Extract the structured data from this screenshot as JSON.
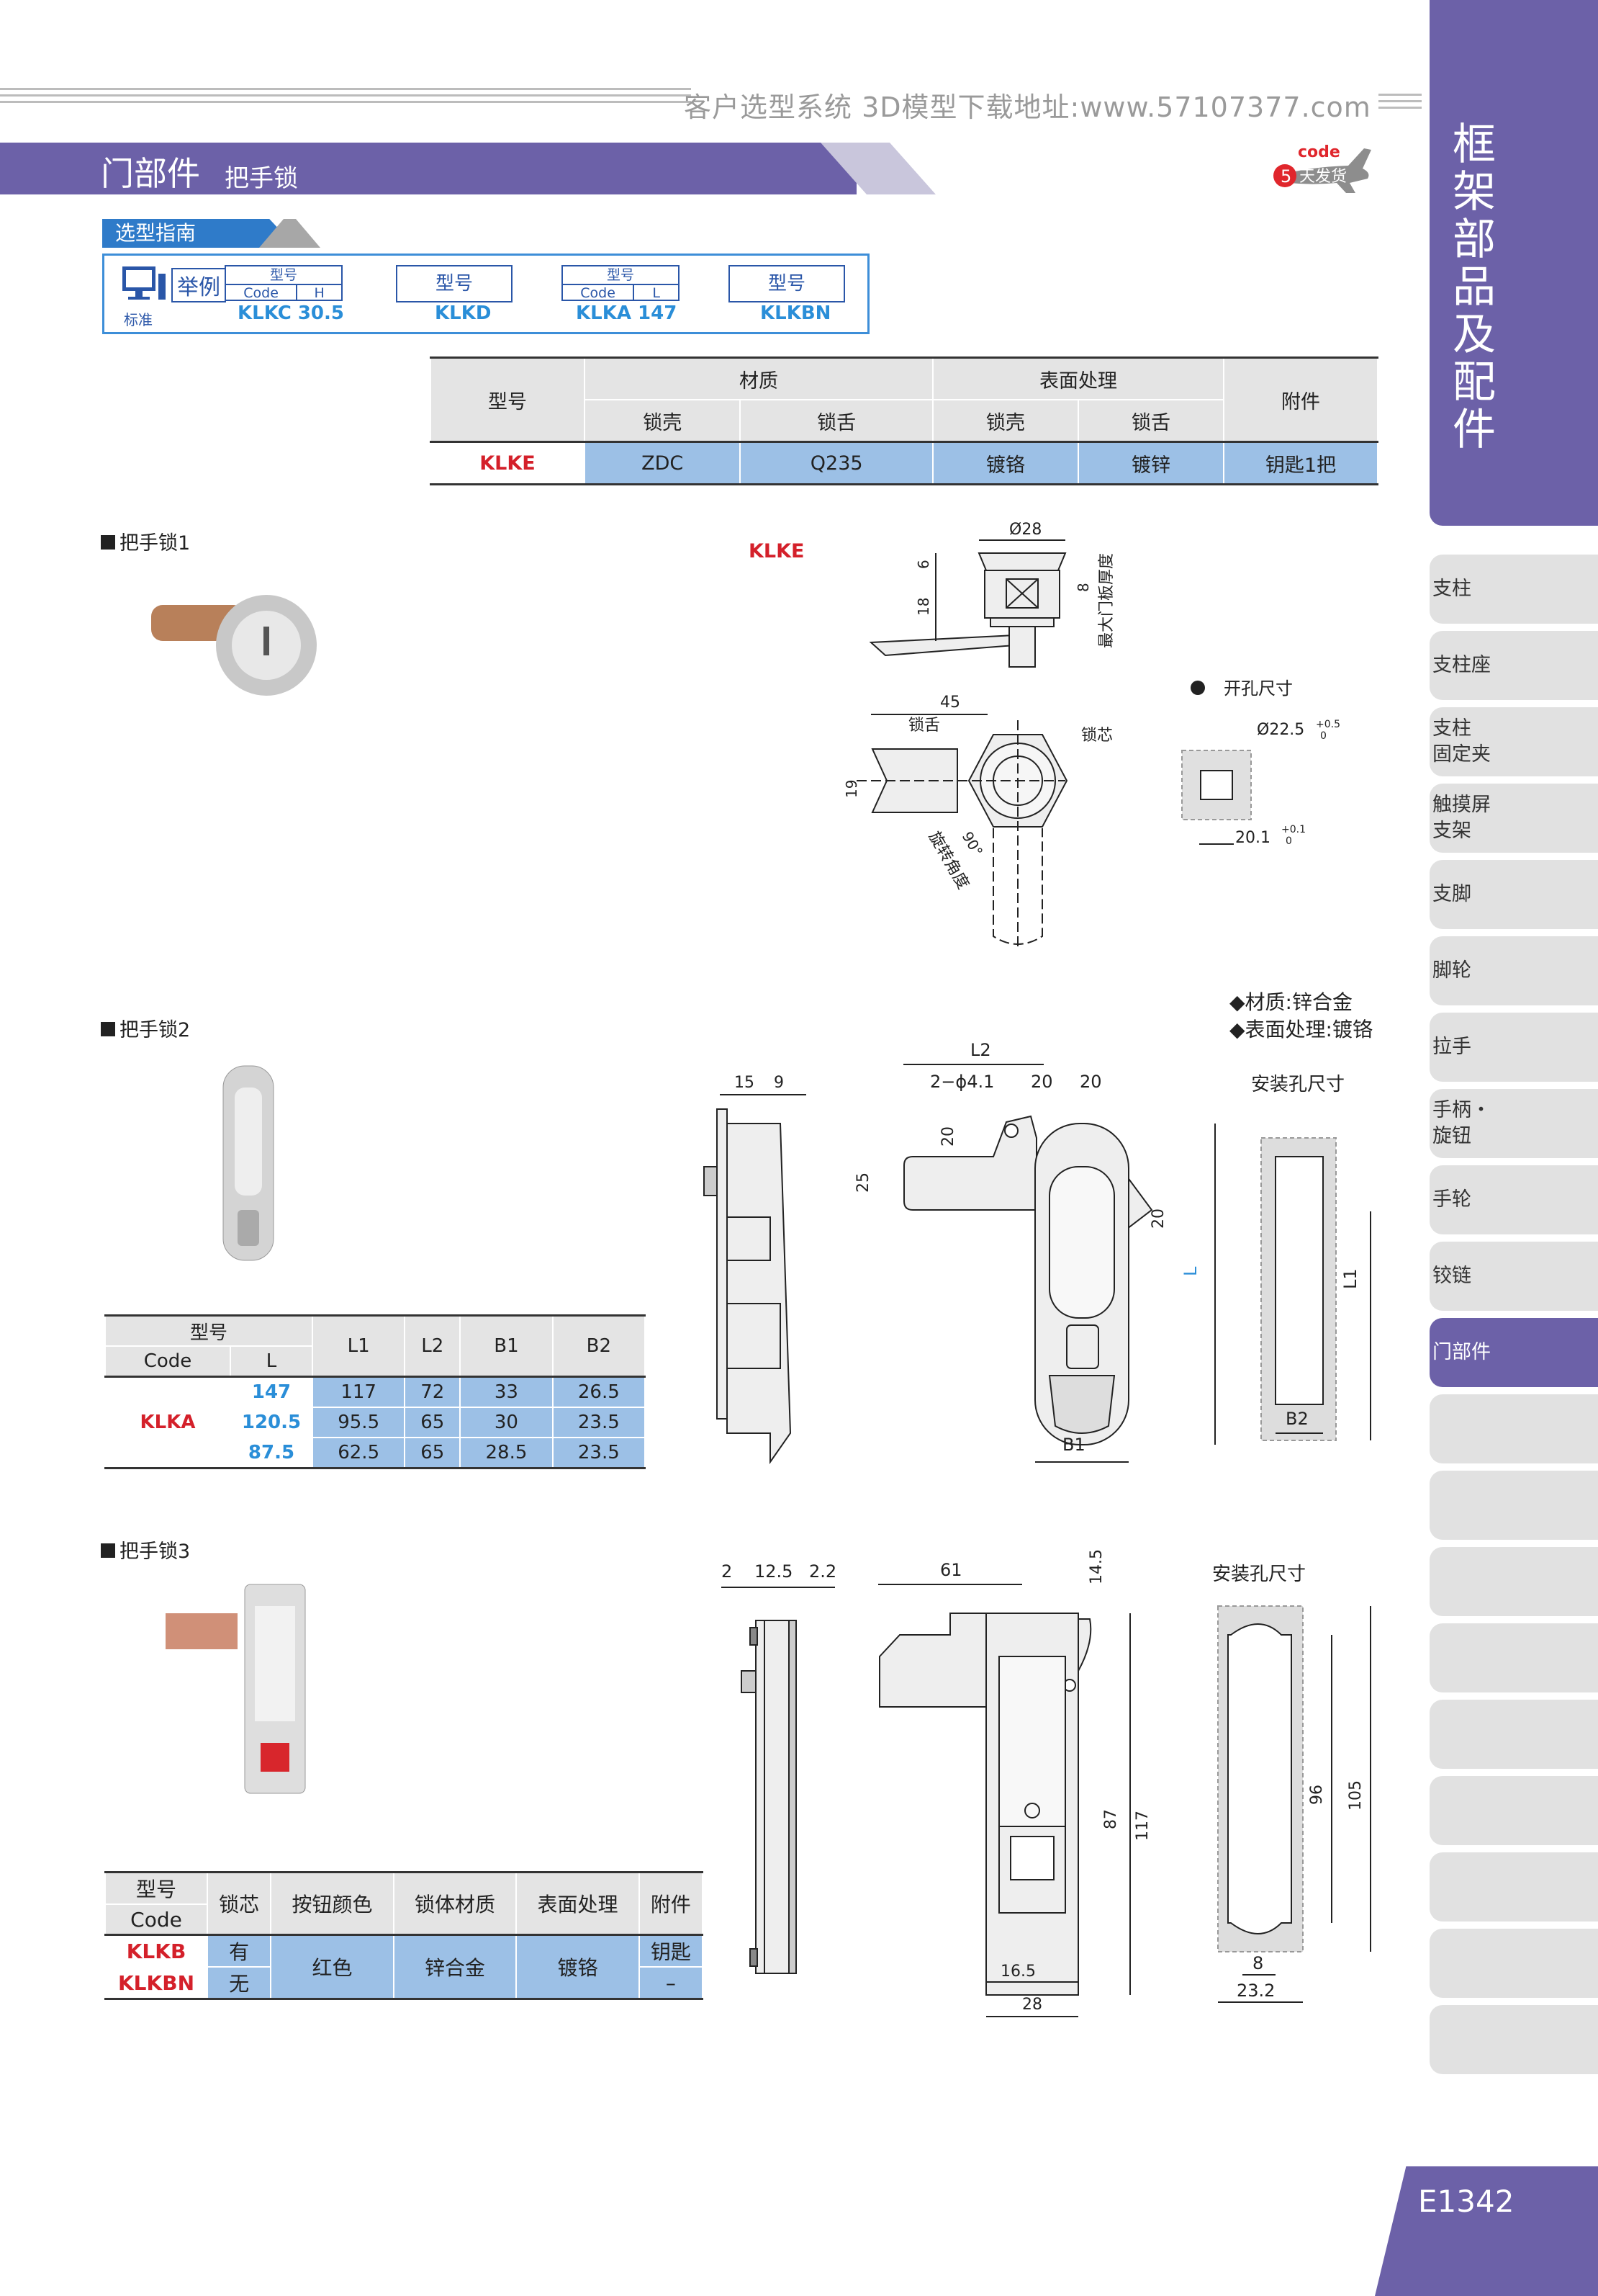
{
  "header": {
    "url_text": "客户选型系统 3D模型下载地址:www.57107377.com"
  },
  "title": {
    "main": "门部件",
    "sub": "把手锁",
    "badge_code": "code",
    "badge_days": "5",
    "badge_text": "天发货"
  },
  "guide": {
    "tab": "选型指南",
    "example": "举例",
    "standard": "标准",
    "examples": [
      {
        "head": "型号",
        "col1": "Code",
        "col2": "H",
        "value": "KLKC  30.5"
      },
      {
        "head": "型号",
        "value": "KLKD"
      },
      {
        "head": "型号",
        "col1": "Code",
        "col2": "L",
        "value": "KLKA  147"
      },
      {
        "head": "型号",
        "value": "KLKBN"
      }
    ]
  },
  "spec_table": {
    "h_model": "型号",
    "h_material": "材质",
    "h_surface": "表面处理",
    "h_attach": "附件",
    "h_shell": "锁壳",
    "h_tongue": "锁舌",
    "h_shell2": "锁壳",
    "h_tongue2": "锁舌",
    "row": {
      "model": "KLKE",
      "shell_mat": "ZDC",
      "tongue_mat": "Q235",
      "shell_surf": "镀铬",
      "tongue_surf": "镀锌",
      "attach": "钥匙1把"
    }
  },
  "section1": {
    "title": "把手锁1",
    "model_label": "KLKE",
    "dims": {
      "d28": "Ø28",
      "d6": "6",
      "d18": "18",
      "d8": "8",
      "max_door": "最大门板厚度",
      "d45": "45",
      "tongue": "锁舌",
      "core": "锁芯",
      "d19": "19",
      "angle": "90°",
      "rot_angle": "旋转角度",
      "hole_title": "开孔尺寸",
      "d22": "Ø22.5",
      "d22_tol_up": "+0.5",
      "d22_tol_low": "0",
      "d20": "20.1",
      "d20_tol_up": "+0.1",
      "d20_tol_low": "0"
    }
  },
  "section2": {
    "title": "把手锁2",
    "material_note": "◆材质:锌合金",
    "surface_note": "◆表面处理:镀铬",
    "hole_title": "安装孔尺寸",
    "dims": {
      "d15": "15",
      "d9": "9",
      "L2": "L2",
      "hole": "2−ϕ4.1",
      "d20a": "20",
      "d20b": "20",
      "d20c": "20",
      "d25": "25",
      "d20d": "20",
      "L": "L",
      "L1": "L1",
      "B1": "B1",
      "B2": "B2"
    },
    "table": {
      "h_model": "型号",
      "h_code": "Code",
      "h_L": "L",
      "h_L1": "L1",
      "h_L2": "L2",
      "h_B1": "B1",
      "h_B2": "B2",
      "code": "KLKA",
      "rows": [
        {
          "L": "147",
          "L1": "117",
          "L2": "72",
          "B1": "33",
          "B2": "26.5"
        },
        {
          "L": "120.5",
          "L1": "95.5",
          "L2": "65",
          "B1": "30",
          "B2": "23.5"
        },
        {
          "L": "87.5",
          "L1": "62.5",
          "L2": "65",
          "B1": "28.5",
          "B2": "23.5"
        }
      ]
    }
  },
  "section3": {
    "title": "把手锁3",
    "hole_title": "安装孔尺寸",
    "dims": {
      "d2": "2",
      "d12": "12.5",
      "d2b": "2.2",
      "d61": "61",
      "d14": "14.5",
      "d87": "87",
      "d117": "117",
      "d16": "16.5",
      "d28": "28",
      "d96": "96",
      "d105": "105",
      "d8": "8",
      "d23": "23.2"
    },
    "table": {
      "h_model": "型号",
      "h_code": "Code",
      "h_core": "锁芯",
      "h_btn": "按钮颜色",
      "h_body": "锁体材质",
      "h_surf": "表面处理",
      "h_attach": "附件",
      "rows": [
        {
          "code": "KLKB",
          "core": "有",
          "attach": "钥匙"
        },
        {
          "code": "KLKBN",
          "core": "无",
          "attach": "–"
        }
      ],
      "btn": "红色",
      "body": "锌合金",
      "surf": "镀铬"
    }
  },
  "sidebar": {
    "title_chars": [
      "框",
      "架",
      "部",
      "品",
      "及",
      "配",
      "件"
    ],
    "tabs": [
      "支柱",
      "支柱座",
      "支柱\n固定夹",
      "触摸屏\n支架",
      "支脚",
      "脚轮",
      "拉手",
      "手柄・\n旋钮",
      "手轮",
      "铰链",
      "门部件",
      "",
      "",
      "",
      "",
      "",
      "",
      "",
      "",
      ""
    ],
    "active_index": 10
  },
  "page_number": "E1342"
}
